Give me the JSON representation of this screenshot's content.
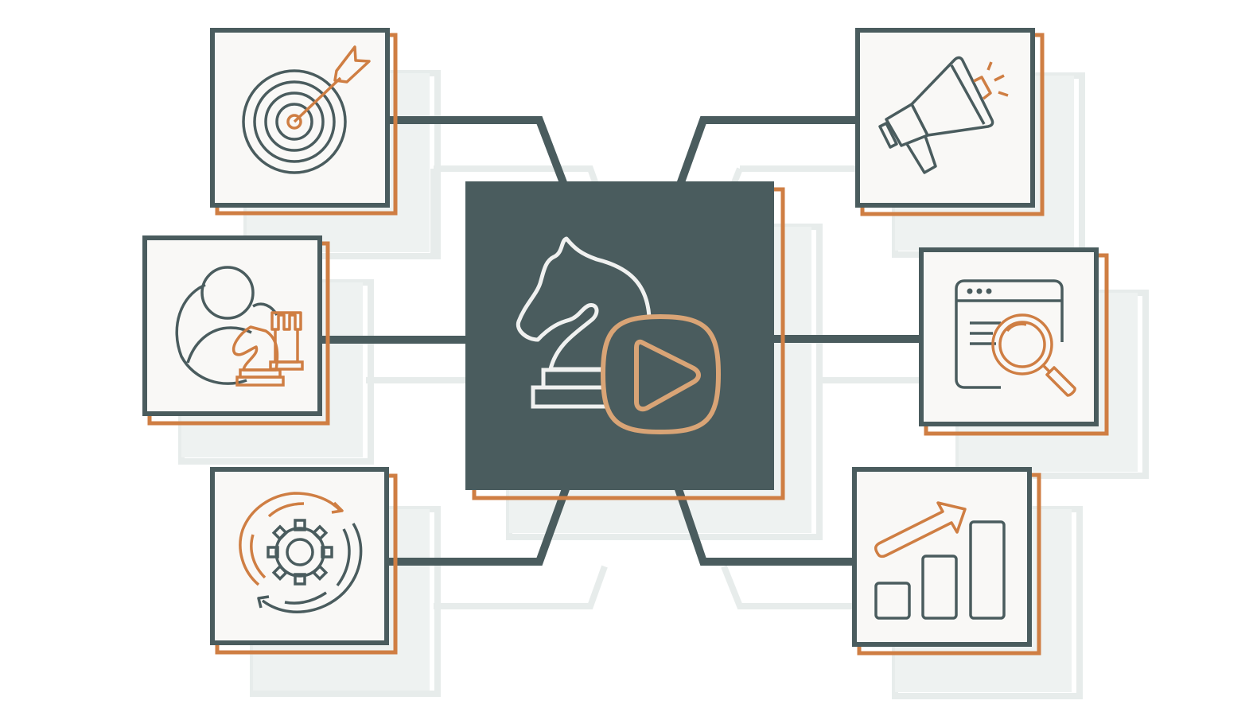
{
  "colors": {
    "background": "#ffffff",
    "slate": "#4a5c5e",
    "orange": "#cf7e43",
    "tile_fill": "#f9f8f6",
    "ghost": "#e7eceb",
    "center_icon_light": "#f0f1f0",
    "center_play": "#d9a476"
  },
  "center_node": {
    "icon": "chess-knight-play-icon"
  },
  "nodes": [
    {
      "id": "target",
      "icon": "target-arrow-icon",
      "side": "left"
    },
    {
      "id": "person",
      "icon": "person-chess-strategy-icon",
      "side": "left"
    },
    {
      "id": "gear",
      "icon": "gear-cycle-icon",
      "side": "left"
    },
    {
      "id": "megaphone",
      "icon": "megaphone-icon",
      "side": "right"
    },
    {
      "id": "browser",
      "icon": "browser-search-icon",
      "side": "right"
    },
    {
      "id": "growth",
      "icon": "bar-chart-growth-icon",
      "side": "right"
    }
  ]
}
